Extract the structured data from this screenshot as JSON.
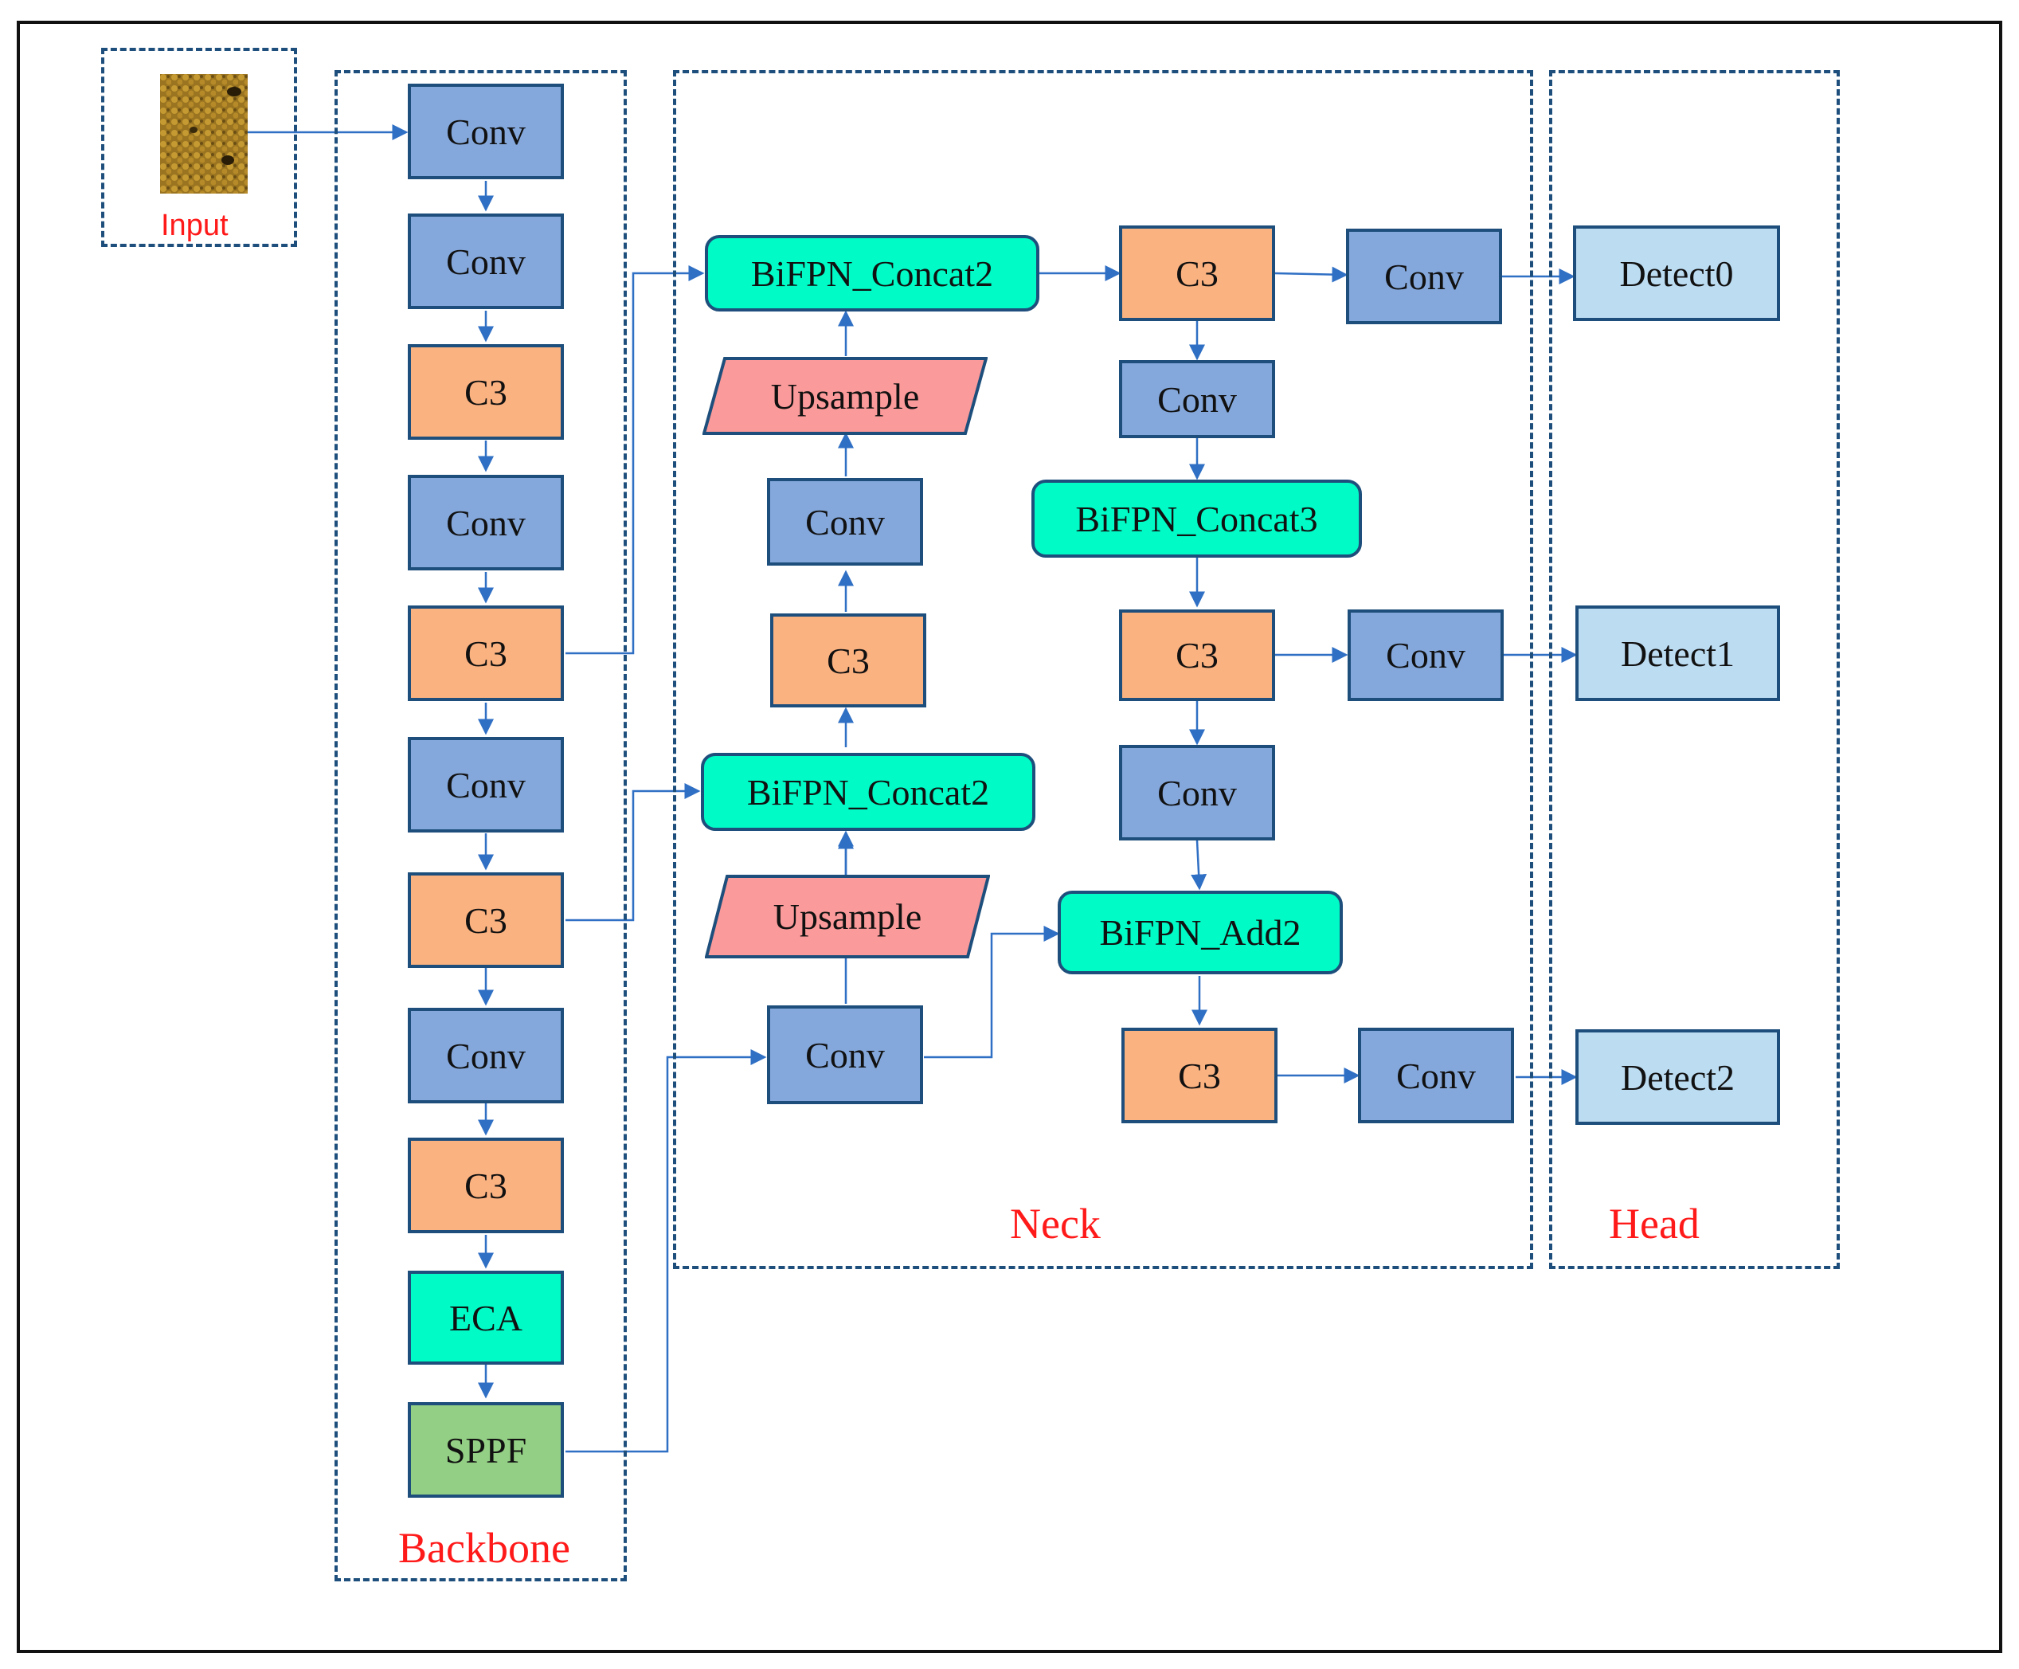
{
  "input": {
    "label": "Input"
  },
  "sections": {
    "backbone": "Backbone",
    "neck": "Neck",
    "head": "Head"
  },
  "backbone": [
    "Conv",
    "Conv",
    "C3",
    "Conv",
    "C3",
    "Conv",
    "C3",
    "Conv",
    "C3",
    "ECA",
    "SPPF"
  ],
  "neck": {
    "bifpn_concat2_top": "BiFPN_Concat2",
    "upsample_top": "Upsample",
    "conv_mid": "Conv",
    "c3_mid": "C3",
    "bifpn_concat2_bottom": "BiFPN_Concat2",
    "upsample_bottom": "Upsample",
    "conv_bottom": "Conv",
    "c3_r1": "C3",
    "conv_r1_out": "Conv",
    "conv_r2": "Conv",
    "bifpn_concat3": "BiFPN_Concat3",
    "c3_r2": "C3",
    "conv_r2_out": "Conv",
    "conv_r3": "Conv",
    "bifpn_add2": "BiFPN_Add2",
    "c3_r3": "C3",
    "conv_r3_out": "Conv"
  },
  "head": [
    "Detect0",
    "Detect1",
    "Detect2"
  ],
  "colors": {
    "conv": "#84a8dc",
    "c3": "#fbb281",
    "bifpn": "#00fbc6",
    "upsample": "#fb9a9a",
    "sppf": "#93cf84",
    "detect": "#bcdcf2",
    "arrow": "#2f6fc4",
    "label": "#ff1a1a"
  }
}
